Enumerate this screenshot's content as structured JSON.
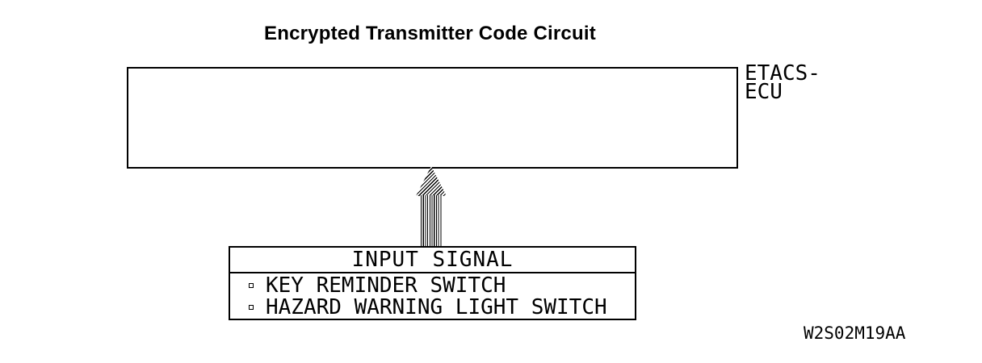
{
  "title": "Encrypted Transmitter Code Circuit",
  "ecu": {
    "label_line1": "ETACS-",
    "label_line2": "ECU"
  },
  "arrow": {
    "icon": "hatched-up-arrow-icon",
    "direction": "up",
    "from": "input-signal-box",
    "to": "etacs-ecu-box"
  },
  "input_signal_box": {
    "header": "INPUT SIGNAL",
    "bullet_icon": "small-square-bullet",
    "items": [
      {
        "label": "KEY REMINDER SWITCH"
      },
      {
        "label": "HAZARD WARNING LIGHT SWITCH"
      }
    ]
  },
  "figure_code": "W2S02M19AA",
  "colors": {
    "ink": "#000000",
    "background": "#ffffff"
  }
}
